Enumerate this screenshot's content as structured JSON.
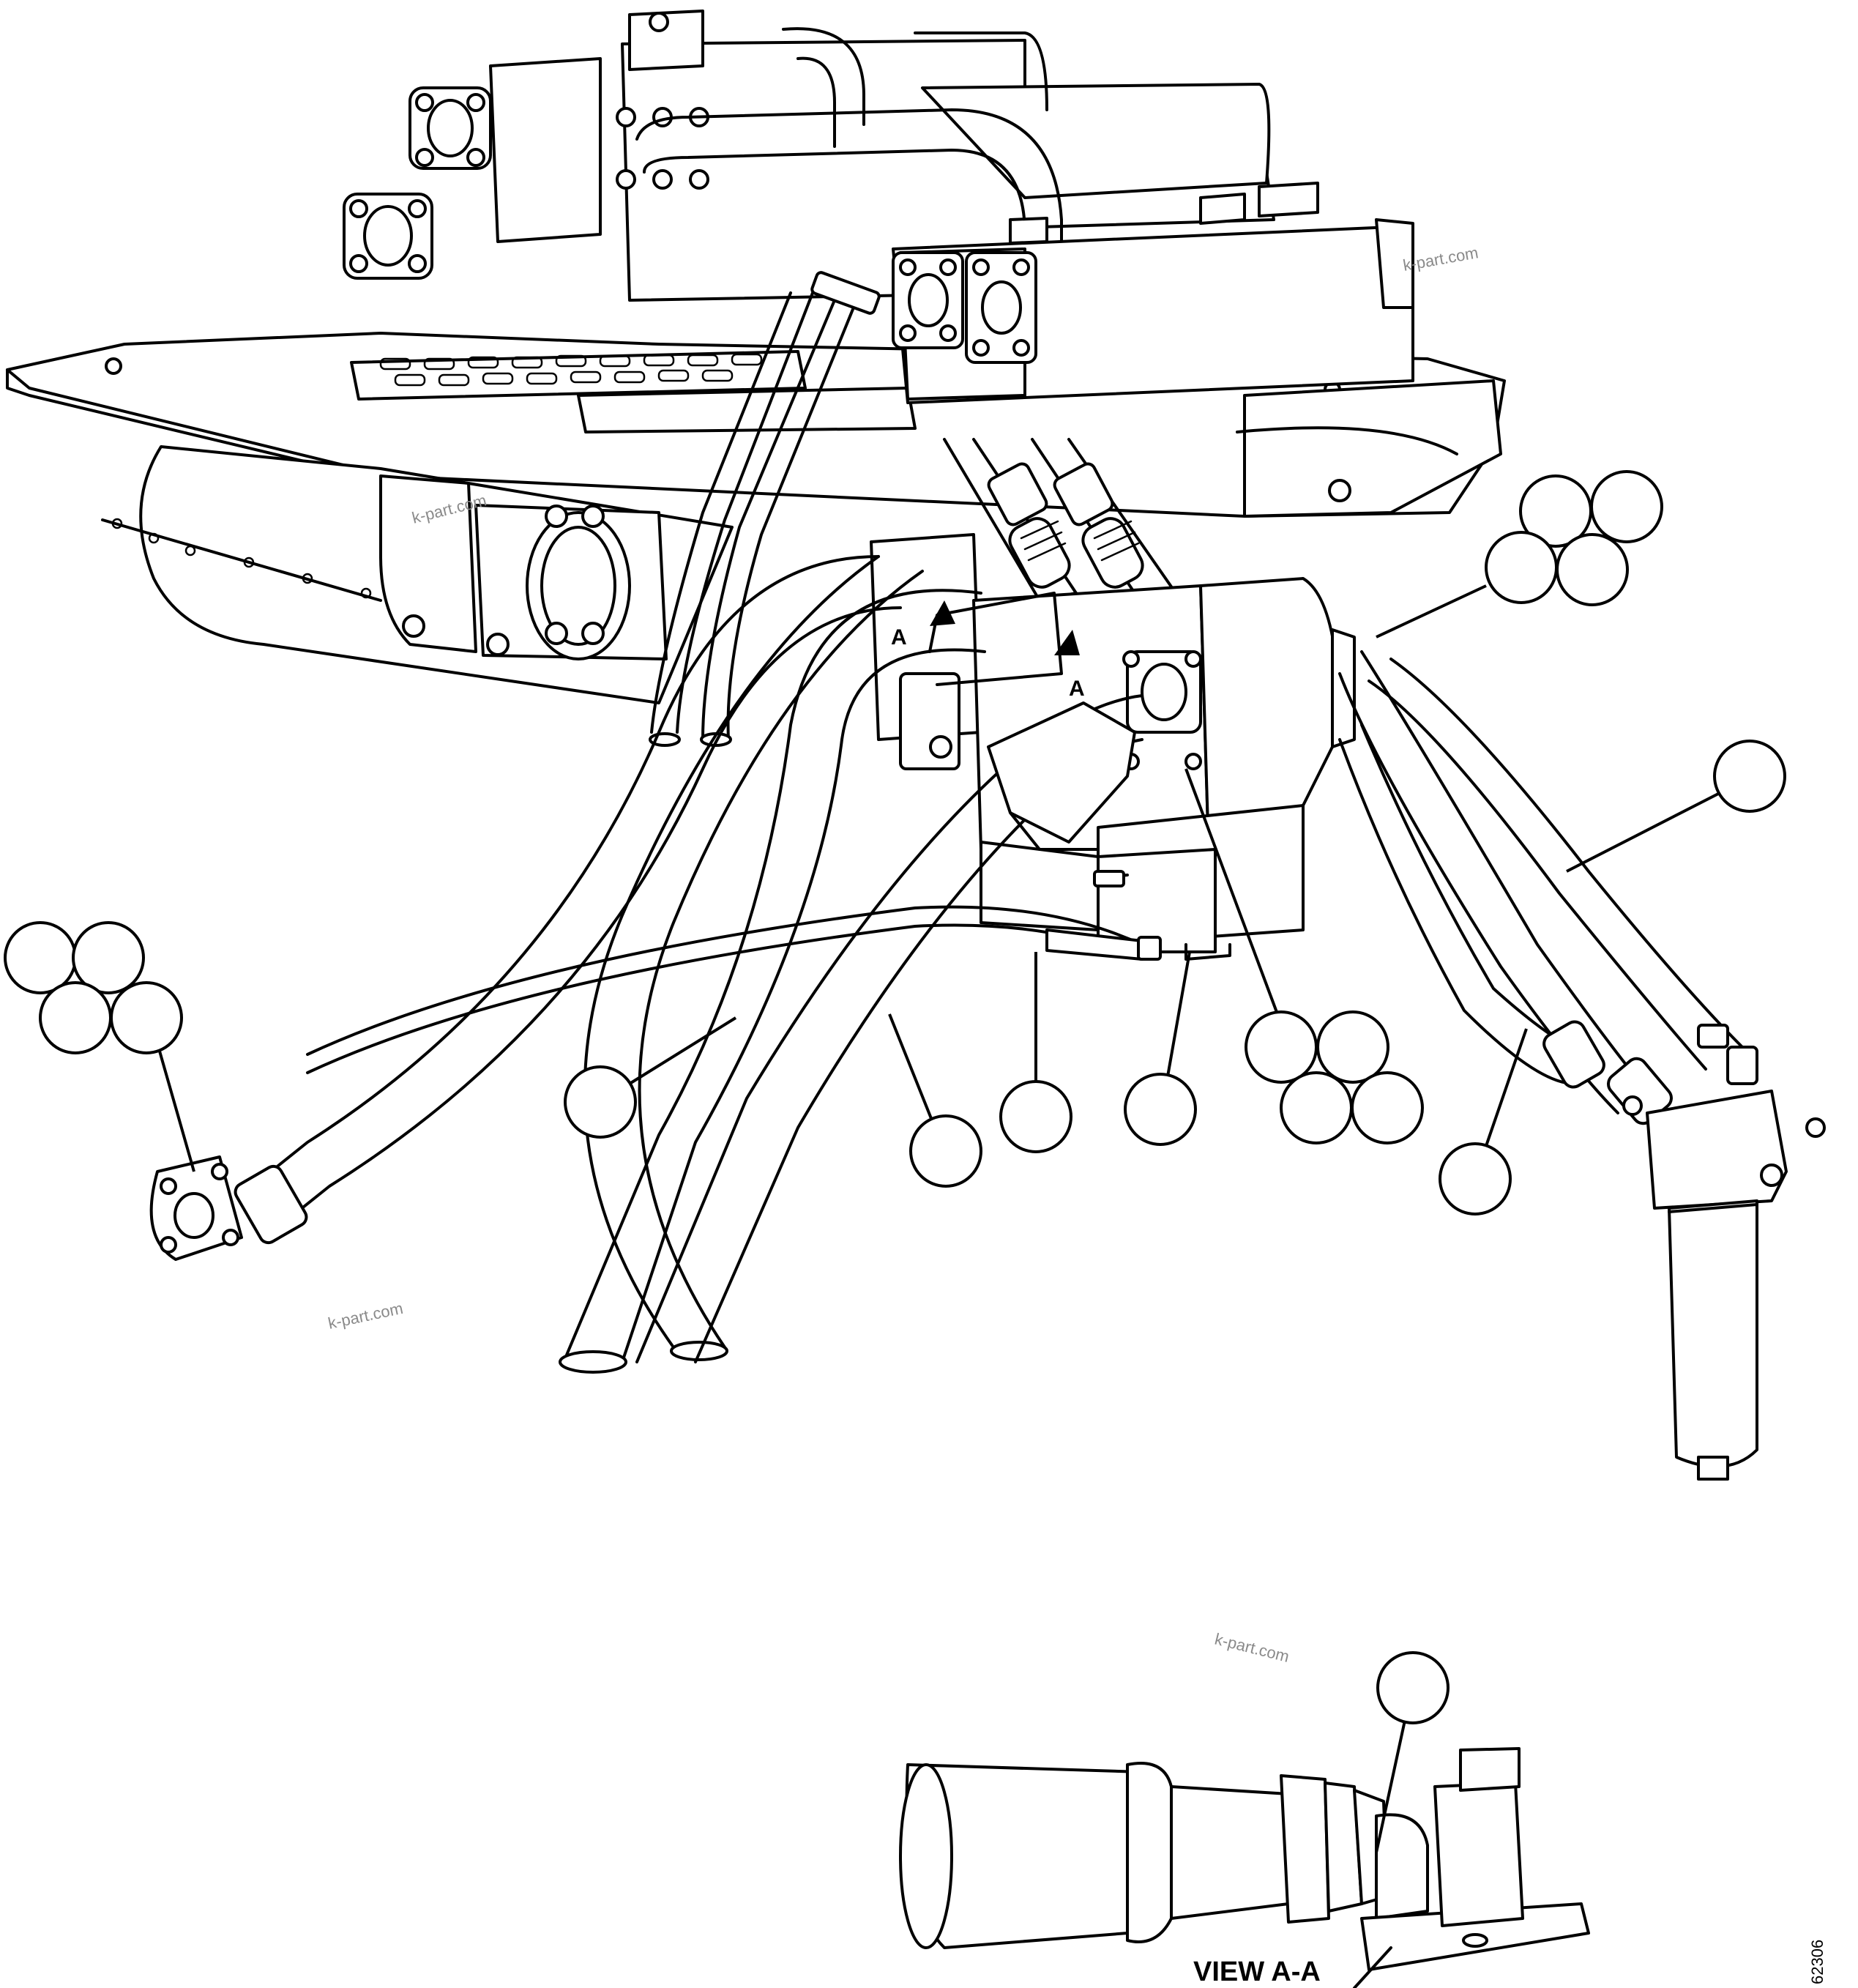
{
  "section_marker": "A",
  "view_title": "VIEW A-A",
  "figure_number": "62306",
  "watermark": "k-part.com",
  "callouts": {
    "top_right_cluster": [
      "",
      "",
      "",
      ""
    ],
    "left_cluster": [
      "",
      "",
      "",
      ""
    ],
    "center_cluster": [
      "",
      "",
      "",
      ""
    ],
    "singles": [
      "",
      "",
      "",
      "",
      "",
      "",
      "",
      ""
    ]
  }
}
